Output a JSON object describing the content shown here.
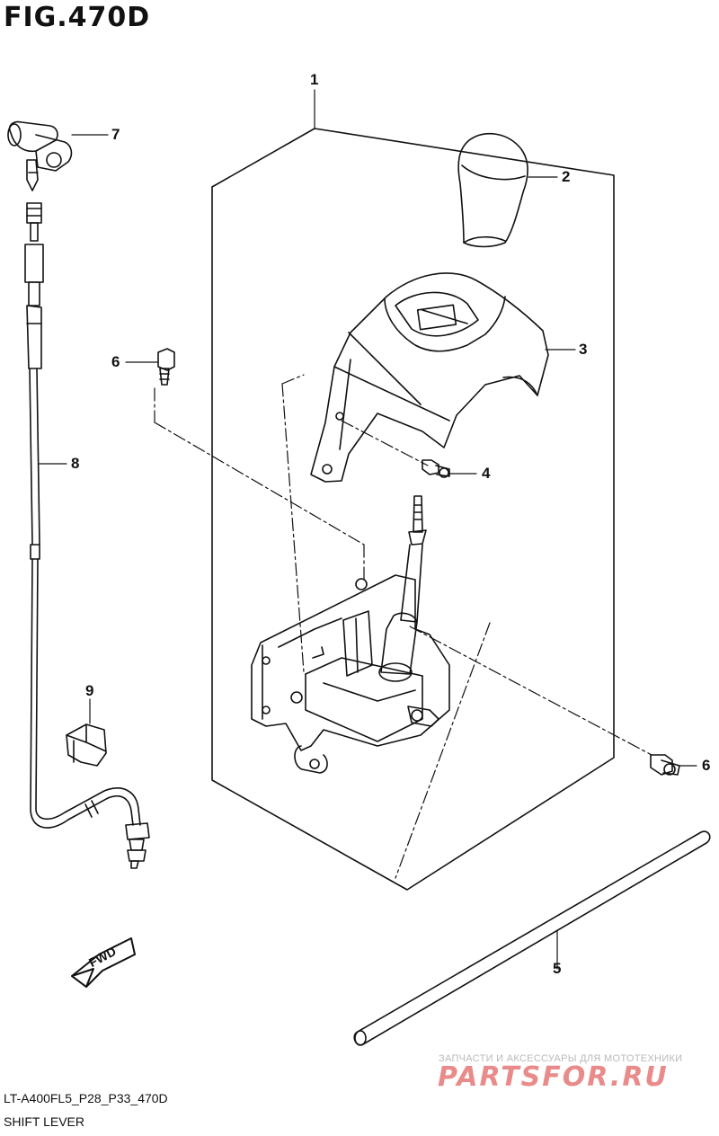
{
  "figure": {
    "title": "FIG.470D",
    "model_code": "LT-A400FL5_P28_P33_470D",
    "name": "SHIFT LEVER"
  },
  "callouts": {
    "c1": "1",
    "c2": "2",
    "c3": "3",
    "c4": "4",
    "c5": "5",
    "c6a": "6",
    "c6b": "6",
    "c7": "7",
    "c8": "8",
    "c9": "9"
  },
  "fwd_label": "FWD",
  "watermark": {
    "tagline": "ЗАПЧАСТИ И АКСЕССУАРЫ ДЛЯ МОТОТЕХНИКИ",
    "logo": "PARTSFOR.RU"
  }
}
